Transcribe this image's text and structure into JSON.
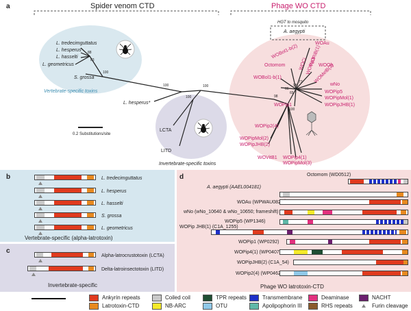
{
  "panel_a": {
    "letter": "a",
    "spider_title": "Spider venom CTD",
    "phage_title": "Phage WO CTD",
    "hgt_label": "HGT to mosquito",
    "aegypti": "A. aegypti",
    "vertebrate_caption": "Vertebrate-specific toxins",
    "invertebrate_caption": "Invertebrate-specific toxins",
    "scale": "0.2 Substitutions/site",
    "spider_taxa": [
      "L. tredecimguttatus",
      "L. hesperus",
      "L. hasselti",
      "L. geometricus",
      "S. grossa",
      "L. hesperus*",
      "LCTA",
      "LITD"
    ],
    "phage_taxa": [
      "WOAu",
      "WOBol1-b(2)",
      "Octomom",
      "WOBol1-b(1)",
      "WORiB(1)",
      "WOCi",
      "WOPip3",
      "WOOb",
      "WOMelB(2)",
      "wNo",
      "WOPip5",
      "WOPipMol(1)",
      "WOPipJHB(1)",
      "WOPip1",
      "WOPip2(4)",
      "WOPipMol(2)",
      "WOPipJHB(2)",
      "WOVitB1",
      "WOPip4(1)",
      "WOPipMol(3)"
    ],
    "bootstrap": [
      "88",
      "83",
      "100",
      "100",
      "100",
      "100",
      "98",
      "98",
      "77",
      "65",
      "66",
      "100"
    ]
  },
  "panel_b": {
    "letter": "b",
    "rows": [
      "L. tredecimguttatus",
      "L. hesperus",
      "L. hasselti",
      "S. grossa",
      "L. geometricus"
    ],
    "footer": "Vertebrate-specific (alpha-latrotoxin)"
  },
  "panel_c": {
    "letter": "c",
    "rows": [
      "Alpha-latrocrustotoxin (LCTA)",
      "Delta-latroinsectotoxin (LITD)"
    ],
    "footer": "Invertebrate-specific"
  },
  "panel_d": {
    "letter": "d",
    "rows": [
      "Octomom (WD0512)",
      "A. aegypti (AAEL004181)",
      "WOAu (WPWAU0829)",
      "wNo (wNo_10640 & wNo_10650; frameshift)",
      "WOPip5 (WP1346)",
      "WOPip JHB(1) (C1A_1255)",
      "WOPip1 (WP0292)",
      "WOPip4(1) (WP0407)",
      "WOPipJHB(2) (C1A_54)",
      "WOPip2(4) (WP0462)"
    ],
    "footer": "Phage WO latrotoxin-CTD"
  },
  "legend": [
    {
      "label": "Ankyrin repeats",
      "color": "#e03a1e"
    },
    {
      "label": "Latrotoxin-CTD",
      "color": "#e8891f"
    },
    {
      "label": "Coiled coil",
      "color": "#c9c9c9"
    },
    {
      "label": "NB-ARC",
      "color": "#f5ea2a"
    },
    {
      "label": "TPR repeats",
      "color": "#1f4e33"
    },
    {
      "label": "OTU",
      "color": "#8fc8e8"
    },
    {
      "label": "Transmembrane",
      "color": "#1e30c8"
    },
    {
      "label": "Apolipophorin III",
      "color": "#5fb8a8"
    },
    {
      "label": "Deaminase",
      "color": "#e2307e"
    },
    {
      "label": "RHS repeats",
      "color": "#8a5a2b"
    },
    {
      "label": "NACHT",
      "color": "#6b1f6e"
    },
    {
      "label": "Furin cleavage",
      "color": "#888888"
    }
  ]
}
